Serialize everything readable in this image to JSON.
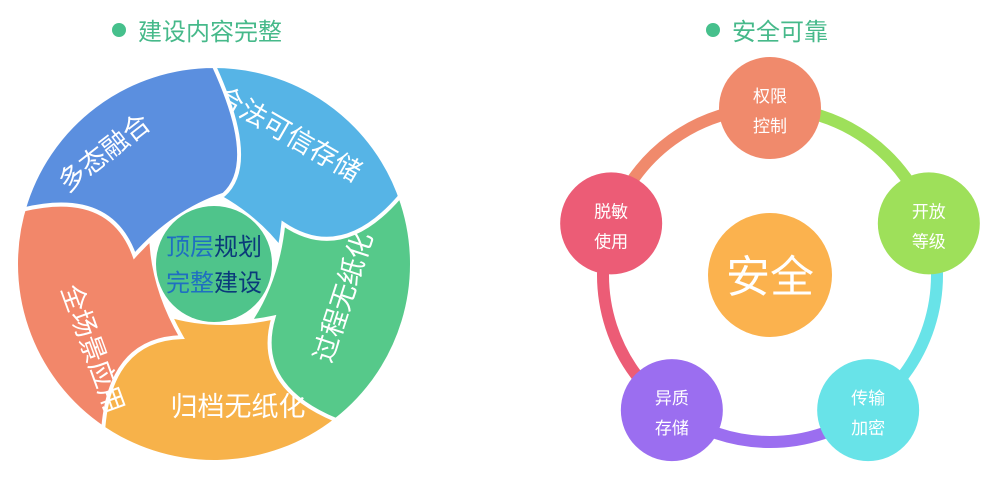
{
  "left_section": {
    "title": "建设内容完整",
    "center": {
      "line1_parts": [
        "顶层",
        "规划"
      ],
      "line2_parts": [
        "完整",
        "建设"
      ]
    },
    "petals": [
      {
        "label": "合法可信存储",
        "color": "#56b4e6"
      },
      {
        "label": "过程无纸化",
        "color": "#56c98a"
      },
      {
        "label": "归档无纸化",
        "color": "#f7b24a"
      },
      {
        "label": "全场景应用",
        "color": "#f2876a"
      },
      {
        "label": "多态融合",
        "color": "#5b8fdf"
      }
    ],
    "center_color": "#4fc48b",
    "center_text_colors": [
      "#1f6fc1",
      "#0a3a7a"
    ]
  },
  "right_section": {
    "title": "安全可靠",
    "center": {
      "label": "安全",
      "color": "#fbb24e"
    },
    "nodes": [
      {
        "line1": "权限",
        "line2": "控制",
        "color": "#f08a6c"
      },
      {
        "line1": "开放",
        "line2": "等级",
        "color": "#9ee05a"
      },
      {
        "line1": "传输",
        "line2": "加密",
        "color": "#68e3e8"
      },
      {
        "line1": "异质",
        "line2": "存储",
        "color": "#9b6ef0"
      },
      {
        "line1": "脱敏",
        "line2": "使用",
        "color": "#ec5c76"
      }
    ]
  }
}
